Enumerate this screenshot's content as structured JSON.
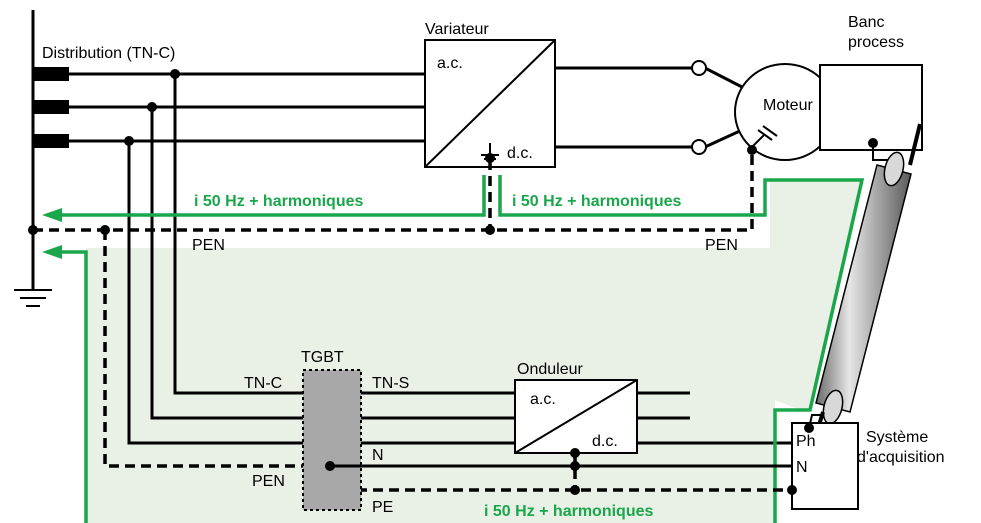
{
  "labels": {
    "distribution": "Distribution (TN-C)",
    "variateur": "Variateur",
    "var_ac": "a.c.",
    "var_dc": "d.c.",
    "moteur": "Moteur",
    "banc_1": "Banc",
    "banc_2": "process",
    "green_left": "i 50 Hz + harmoniques",
    "green_right": "i 50 Hz + harmoniques",
    "green_bottom": "i 50 Hz + harmoniques",
    "pen_left": "PEN",
    "pen_right": "PEN",
    "pen_tgbt": "PEN",
    "tgbt": "TGBT",
    "tnc": "TN-C",
    "tns": "TN-S",
    "onduleur": "Onduleur",
    "ond_ac": "a.c.",
    "ond_dc": "d.c.",
    "n_label": "N",
    "pe_label": "PE",
    "ph": "Ph",
    "n_acq": "N",
    "sys_1": "Système",
    "sys_2": "d'acquisition"
  },
  "colors": {
    "green_line": "#1aa64a",
    "green_fill": "#e9f0e6",
    "tgbt_fill": "#a8a8a8",
    "cable_light": "#e6e6e6",
    "cable_dark": "#6a6a6a"
  }
}
